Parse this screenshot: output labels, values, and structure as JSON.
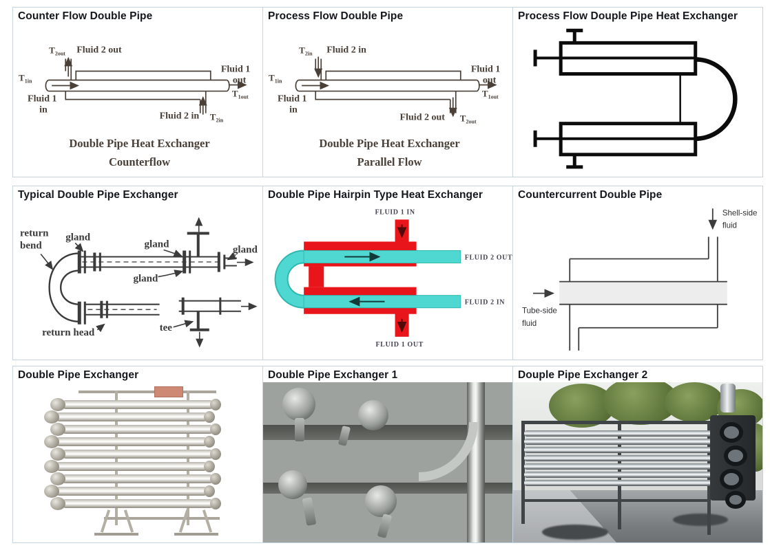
{
  "colors": {
    "border": "#c6d3e0",
    "title_ink": "#14171c",
    "diagram_ink": "#4a4038",
    "thick_ink": "#0c0c0c",
    "sketch_ink": "#3b3b3b",
    "schematic_ink": "#3c3c3c",
    "hairpin_red": "#e8161a",
    "hairpin_cyan": "#4fd8d2",
    "hairpin_cyan_edge": "#2fb7b0",
    "hairpin_label": "#474352",
    "tube_fill": "#ededed"
  },
  "cells": [
    {
      "title": "Counter Flow Double Pipe",
      "labels": {
        "t2out_main": "T",
        "t2out_sub": "2out",
        "fluid2out": "Fluid 2 out",
        "t1in_main": "T",
        "t1in_sub": "1in",
        "fluid1_right_1": "Fluid 1",
        "fluid1_right_2": "out",
        "t1out_main": "T",
        "t1out_sub": "1out",
        "fluid1_left_1": "Fluid 1",
        "fluid1_left_2": "in",
        "fluid2in": "Fluid 2 in",
        "t2in_main": "T",
        "t2in_sub": "2in",
        "caption1": "Double Pipe Heat Exchanger",
        "caption2": "Counterflow"
      }
    },
    {
      "title": "Process Flow Double Pipe",
      "labels": {
        "t2in_main": "T",
        "t2in_sub": "2in",
        "fluid2in": "Fluid 2 in",
        "t1in_main": "T",
        "t1in_sub": "1in",
        "fluid1_right_1": "Fluid 1",
        "fluid1_right_2": "out",
        "t1out_main": "T",
        "t1out_sub": "1out",
        "fluid1_left_1": "Fluid 1",
        "fluid1_left_2": "in",
        "fluid2out": "Fluid 2 out",
        "t2out_main": "T",
        "t2out_sub": "2out",
        "caption1": "Double Pipe Heat Exchanger",
        "caption2": "Parallel Flow"
      }
    },
    {
      "title": "Process Flow Douple Pipe Heat Exchanger",
      "labels": {}
    },
    {
      "title": "Typical Double Pipe Exchanger",
      "labels": {
        "return_bend_1": "return",
        "return_bend_2": "bend",
        "gland1": "gland",
        "gland2": "gland",
        "gland3": "gland",
        "gland4": "gland",
        "return_head": "return head",
        "tee": "tee"
      }
    },
    {
      "title": "Double Pipe Hairpin Type Heat Exchanger",
      "labels": {
        "fluid1in": "FLUID 1 IN",
        "fluid2out": "FLUID 2 OUT",
        "fluid2in": "FLUID 2 IN",
        "fluid1out": "FLUID 1 OUT"
      }
    },
    {
      "title": "Countercurrent Double Pipe",
      "labels": {
        "shell_1": "Shell-side",
        "shell_2": "fluid",
        "tube_1": "Tube-side",
        "tube_2": "fluid"
      }
    },
    {
      "title": "Double Pipe Exchanger",
      "labels": {}
    },
    {
      "title": "Double Pipe Exchanger 1",
      "labels": {}
    },
    {
      "title": "Douple Pipe Exchanger 2",
      "labels": {}
    }
  ]
}
